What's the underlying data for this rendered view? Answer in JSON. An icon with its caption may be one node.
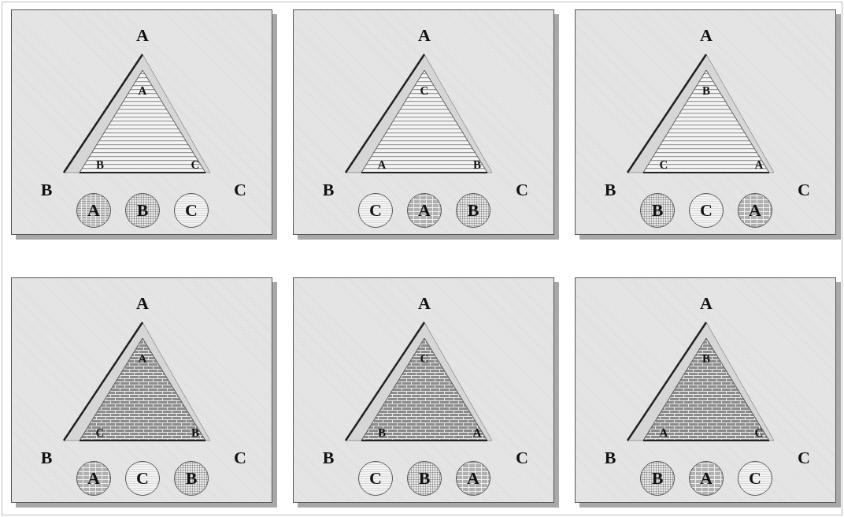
{
  "diagram": {
    "nodes": [
      {
        "text": [
          "A",
          "B",
          "C"
        ]
      },
      {
        "text": [
          "A",
          "B",
          "C"
        ],
        "in": 0
      },
      {
        "text": [
          "A"
        ],
        "in": 0
      },
      {
        "text": [
          "B"
        ],
        "in": 0
      },
      {
        "text": [
          "C"
        ],
        "in": 0
      },
      {
        "text": [
          "A",
          "B",
          "C"
        ]
      },
      {
        "text": [
          "C",
          "A",
          "B"
        ],
        "in": 5
      },
      {
        "text": [
          "C"
        ],
        "in": 5
      },
      {
        "text": [
          "A"
        ],
        "in": 5
      },
      {
        "text": [
          "B"
        ],
        "in": 5
      },
      {
        "text": [
          "A",
          "B",
          "C"
        ]
      },
      {
        "text": [
          "B",
          "C",
          "A"
        ],
        "in": 10
      },
      {
        "text": [
          "B"
        ],
        "in": 10
      },
      {
        "text": [
          "C"
        ],
        "in": 10
      },
      {
        "text": [
          "A"
        ],
        "in": 10
      },
      {
        "text": [
          "A",
          "B",
          "C"
        ]
      },
      {
        "text": [
          "A",
          "C",
          "B"
        ],
        "in": 15
      },
      {
        "text": [
          "A"
        ],
        "in": 15
      },
      {
        "text": [
          "C"
        ],
        "in": 15
      },
      {
        "text": [
          "B"
        ],
        "in": 15
      },
      {
        "text": [
          "A",
          "B",
          "C"
        ]
      },
      {
        "text": [
          "C",
          "B",
          "A"
        ],
        "in": 20
      },
      {
        "text": [
          "C"
        ],
        "in": 20
      },
      {
        "text": [
          "B"
        ],
        "in": 20
      },
      {
        "text": [
          "A"
        ],
        "in": 20
      },
      {
        "text": [
          "A",
          "B",
          "C"
        ]
      },
      {
        "text": [
          "B",
          "A",
          "C"
        ],
        "in": 25
      },
      {
        "text": [
          "B"
        ],
        "in": 25
      },
      {
        "text": [
          "A"
        ],
        "in": 25
      },
      {
        "text": [
          "C"
        ],
        "in": 25
      }
    ]
  }
}
